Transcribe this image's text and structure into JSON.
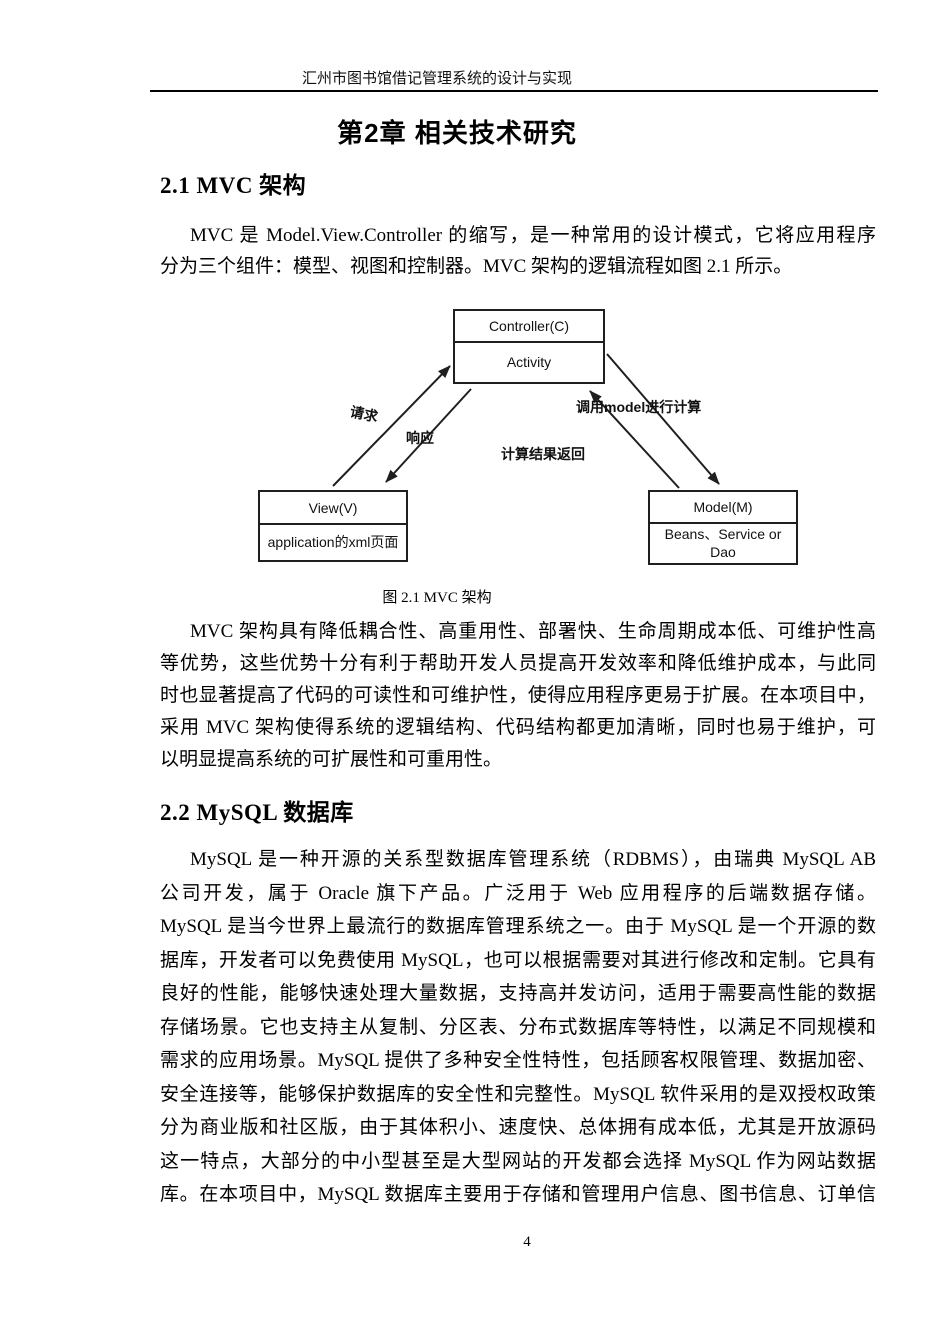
{
  "page": {
    "header_title": "汇州市图书馆借记管理系统的设计与实现",
    "page_number": "4"
  },
  "chapter": {
    "title": "第2章 相关技术研究"
  },
  "sections": {
    "s21": {
      "heading": "2.1 MVC 架构",
      "para1_lines": [
        "MVC 是 Model.View.Controller 的缩写，是一种常用的设计模式，它将应用程序",
        "分为三个组件：模型、视图和控制器。MVC 架构的逻辑流程如图 2.1 所示。"
      ],
      "para2_lines": [
        "MVC 架构具有降低耦合性、高重用性、部署快、生命周期成本低、可维护性高",
        "等优势，这些优势十分有利于帮助开发人员提高开发效率和降低维护成本，与此同",
        "时也显著提高了代码的可读性和可维护性，使得应用程序更易于扩展。在本项目中，",
        "采用 MVC 架构使得系统的逻辑结构、代码结构都更加清晰，同时也易于维护，可",
        "以明显提高系统的可扩展性和可重用性。"
      ]
    },
    "s22": {
      "heading": "2.2 MySQL 数据库",
      "para1_lines": [
        "MySQL 是一种开源的关系型数据库管理系统（RDBMS），由瑞典 MySQL AB",
        "公司开发，属于 Oracle 旗下产品。广泛用于 Web 应用程序的后端数据存储。",
        "MySQL 是当今世界上最流行的数据库管理系统之一。由于 MySQL 是一个开源的数",
        "据库，开发者可以免费使用 MySQL，也可以根据需要对其进行修改和定制。它具有",
        "良好的性能，能够快速处理大量数据，支持高并发访问，适用于需要高性能的数据",
        "存储场景。它也支持主从复制、分区表、分布式数据库等特性，以满足不同规模和",
        "需求的应用场景。MySQL 提供了多种安全性特性，包括顾客权限管理、数据加密、",
        "安全连接等，能够保护数据库的安全性和完整性。MySQL 软件采用的是双授权政策",
        "分为商业版和社区版，由于其体积小、速度快、总体拥有成本低，尤其是开放源码",
        "这一特点，大部分的中小型甚至是大型网站的开发都会选择 MySQL 作为网站数据",
        "库。在本项目中，MySQL 数据库主要用于存储和管理用户信息、图书信息、订单信"
      ]
    }
  },
  "figure": {
    "caption": "图 2.1 MVC 架构",
    "boxes": {
      "controller": {
        "title": "Controller(C)",
        "body": "Activity"
      },
      "view": {
        "title": "View(V)",
        "body": "application的xml页面"
      },
      "model": {
        "title": "Model(M)",
        "body": "Beans、Service or Dao"
      }
    },
    "arrows": {
      "request": "请求",
      "response": "响应",
      "call_model": "调用model进行计算",
      "result_return": "计算结果返回"
    }
  }
}
